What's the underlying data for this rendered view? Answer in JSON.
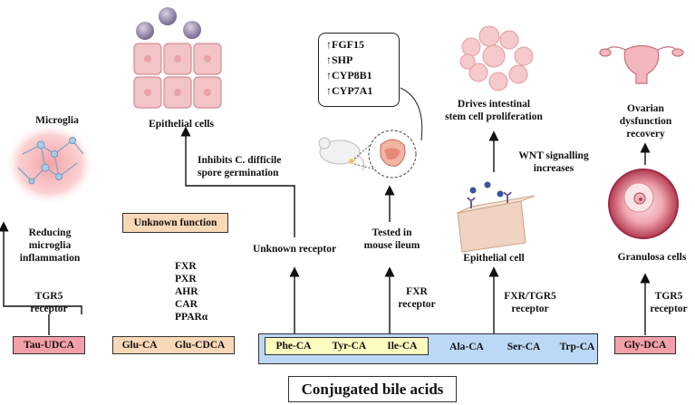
{
  "footer": {
    "title": "Conjugated bile acids"
  },
  "colors": {
    "tau_box": "#f4a0a8",
    "glu_box": "#f9d8b8",
    "bar_blue": "#bcd8f6",
    "bar_yellow": "#fdfcc0",
    "gly_box": "#f4a0a8",
    "unknown_box": "#f9d8b8"
  },
  "groups": {
    "tau": {
      "acid": "Tau-UDCA",
      "receptor": [
        "TGR5",
        "receptor"
      ],
      "effect": [
        "Reducing",
        "microglia",
        "inflammation"
      ],
      "target": "Microglia"
    },
    "glu": {
      "acids": [
        "Glu-CA",
        "Glu-CDCA"
      ],
      "receptors": [
        "FXR",
        "PXR",
        "AHR",
        "CAR",
        "PPARα"
      ],
      "function": "Unknown function"
    },
    "aromatic": {
      "acids": [
        "Phe-CA",
        "Tyr-CA",
        "Ile-CA"
      ],
      "receptor": "Unknown receptor",
      "effect": [
        "Inhibits C. difficile",
        "spore germination"
      ],
      "target": "Epithelial cells"
    },
    "ile": {
      "receptor": [
        "FXR",
        "receptor"
      ],
      "test": [
        "Tested in",
        "mouse ileum"
      ],
      "genes": [
        "↑FGF15",
        "↑SHP",
        "↑CYP8B1",
        "↑CYP7A1"
      ]
    },
    "ala": {
      "acids": [
        "Ala-CA",
        "Ser-CA",
        "Trp-CA"
      ],
      "receptor": [
        "FXR/TGR5",
        "receptor"
      ],
      "cell": "Epithelial cell",
      "signal": [
        "WNT signalling",
        "increases"
      ],
      "outcome": [
        "Drives intestinal",
        "stem cell proliferation"
      ]
    },
    "gly": {
      "acid": "Gly-DCA",
      "receptor": [
        "TGR5",
        "receptor"
      ],
      "cell": "Granulosa  cells",
      "outcome": [
        "Ovarian",
        "dysfunction",
        "recovery"
      ]
    }
  }
}
